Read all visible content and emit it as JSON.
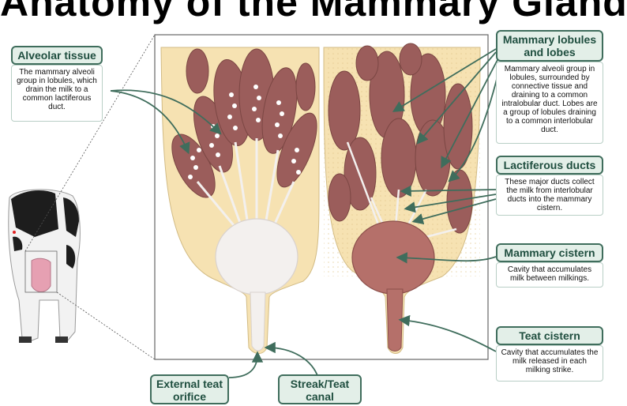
{
  "title": "Anatomy of the Mammary Gland",
  "labels": {
    "alveolar_tissue": {
      "title": "Alveolar tissue",
      "desc": "The mammary alveoli group in lobules, which drain the milk to a common lactiferous duct."
    },
    "mammary_lobules": {
      "title": "Mammary lobules and lobes",
      "desc": "Mammary alveoli group in lobules, surrounded by connective tissue and draining to a common intralobular duct. Lobes are a group of lobules draining to a common interlobular duct."
    },
    "lactiferous_ducts": {
      "title": "Lactiferous ducts",
      "desc": "These major ducts collect the milk from interlobular ducts into the mammary cistern."
    },
    "mammary_cistern": {
      "title": "Mammary cistern",
      "desc": "Cavity that accumulates milk between milkings."
    },
    "teat_cistern": {
      "title": "Teat cistern",
      "desc": "Cavity that accumulates the milk released in each milking strike."
    },
    "external_teat_orifice": {
      "title": "External teat orifice"
    },
    "streak_canal": {
      "title": "Streak/Teat canal"
    }
  },
  "colors": {
    "label_bg": "#e3efe8",
    "label_border": "#3f6d5c",
    "label_text": "#1f4e3f",
    "tissue": "#9b5d5b",
    "fat": "#f6e2b2",
    "milk": "#f3f0ee",
    "arrow": "#3f6d5c"
  }
}
